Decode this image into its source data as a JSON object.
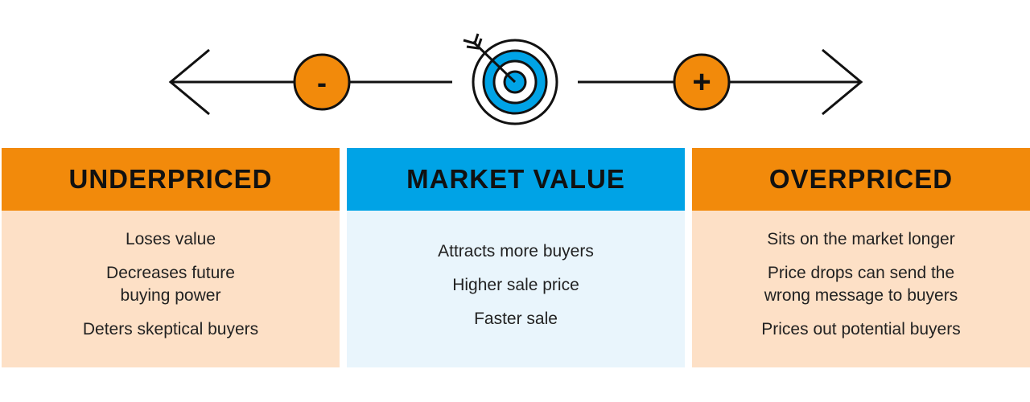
{
  "colors": {
    "orange": "#f28a0b",
    "blue": "#00a3e6",
    "peach": "#fde0c6",
    "light_blue": "#e9f5fc",
    "line": "#111111"
  },
  "icons": {
    "left_arrow": "arrow-left-icon",
    "right_arrow": "arrow-right-icon",
    "minus": "minus-icon",
    "plus": "plus-icon",
    "target": "target-icon"
  },
  "signs": {
    "minus": "-",
    "plus": "+"
  },
  "columns": {
    "underpriced": {
      "title": "UNDERPRICED",
      "items": [
        "Loses value",
        "Decreases future\nbuying power",
        "Deters skeptical buyers"
      ]
    },
    "market_value": {
      "title": "MARKET VALUE",
      "items": [
        "Attracts more buyers",
        "Higher sale price",
        "Faster sale"
      ]
    },
    "overpriced": {
      "title": "OVERPRICED",
      "items": [
        "Sits on the market longer",
        "Price drops can send the\nwrong message to buyers",
        "Prices out potential buyers"
      ]
    }
  }
}
